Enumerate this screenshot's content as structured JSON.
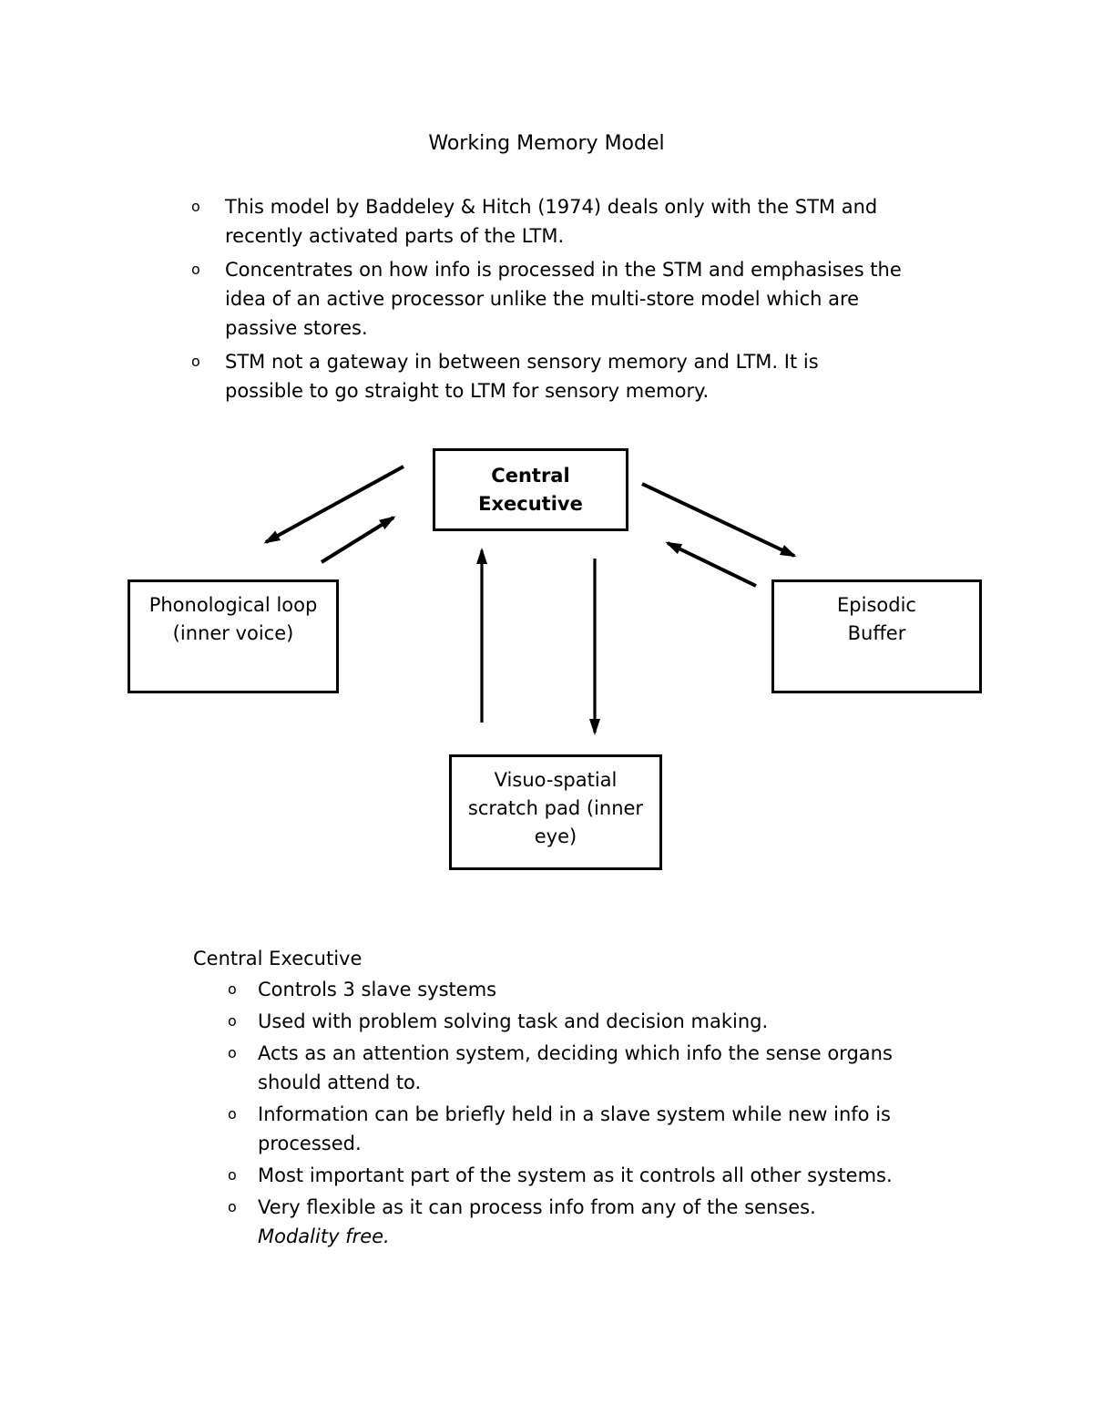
{
  "page": {
    "title": "Working Memory Model"
  },
  "intro_bullets": {
    "marker": "o",
    "items": [
      {
        "text": "This model by Baddeley & Hitch (1974) deals only with the STM and\nrecently activated parts of the LTM."
      },
      {
        "text": "Concentrates on how info is processed in the STM and emphasises the\nidea of an active processor unlike the multi-store model which are\npassive stores."
      },
      {
        "text": "STM not a gateway in between sensory memory and LTM. It is\npossible to go straight to LTM for sensory memory."
      }
    ]
  },
  "diagram": {
    "nodes": {
      "central_executive": {
        "label": "Central\nExecutive"
      },
      "phonological_loop": {
        "label": "Phonological loop\n(inner voice)"
      },
      "episodic_buffer": {
        "label": "Episodic\nBuffer"
      },
      "visuospatial_sketchpad": {
        "label": "Visuo-spatial\nscratch pad (inner\neye)"
      }
    },
    "edges": [
      {
        "from": "central_executive",
        "to": "phonological_loop"
      },
      {
        "from": "phonological_loop",
        "to": "central_executive"
      },
      {
        "from": "central_executive",
        "to": "episodic_buffer"
      },
      {
        "from": "episodic_buffer",
        "to": "central_executive"
      },
      {
        "from": "visuospatial_sketchpad",
        "to": "central_executive"
      },
      {
        "from": "central_executive",
        "to": "visuospatial_sketchpad"
      }
    ]
  },
  "ce_section": {
    "heading": "Central Executive",
    "marker": "o",
    "items": [
      {
        "text": "Controls 3 slave systems"
      },
      {
        "text": "Used with problem solving task and decision making."
      },
      {
        "text": "Acts as an attention system, deciding which info the sense organs\nshould attend to."
      },
      {
        "text": "Information can be briefly held in a slave system while new info is\nprocessed."
      },
      {
        "text": "Most important part of the system as it controls all other systems."
      },
      {
        "text": "Very flexible as it can process info from any of the senses.",
        "note": "Modality free."
      }
    ]
  },
  "colors": {
    "ink": "#000000",
    "paper": "#ffffff"
  }
}
